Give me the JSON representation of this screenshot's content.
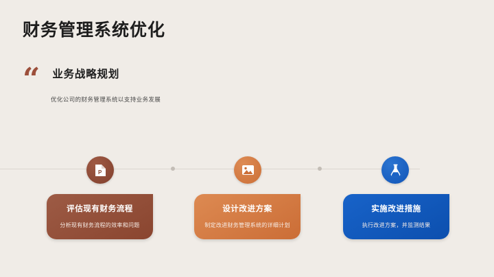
{
  "header": {
    "title": "财务管理系统优化"
  },
  "quote": {
    "mark": "“",
    "heading": "业务战略规划",
    "description": "优化公司的财务管理系统以支持业务发展"
  },
  "timeline": {
    "items": [
      {
        "icon": "document-p-icon",
        "title": "评估现有财务流程",
        "description": "分析现有财务流程的效率和问题",
        "color": "#8a452f"
      },
      {
        "icon": "image-icon",
        "title": "设计改进方案",
        "description": "制定改进财务管理系统的详细计划",
        "color": "#cb6d36"
      },
      {
        "icon": "flask-icon",
        "title": "实施改进措施",
        "description": "执行改进方案，并监测结果",
        "color": "#0c4fae"
      }
    ]
  },
  "theme": {
    "background": "#f0ece7",
    "text_dark": "#1d1d1d",
    "quote_accent": "#9c4f3b",
    "line": "#dcd6d0"
  }
}
